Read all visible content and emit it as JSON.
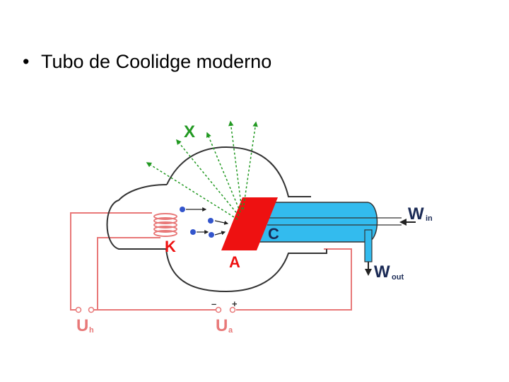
{
  "slide": {
    "bullet": "•",
    "title": "Tubo de Coolidge moderno"
  },
  "diagram": {
    "labels": {
      "x_rays": "X",
      "cathode": "K",
      "anode": "A",
      "cooler": "C",
      "water_in": "W",
      "water_in_sub": "in",
      "water_out": "W",
      "water_out_sub": "out",
      "heater_voltage": "U",
      "heater_voltage_sub": "h",
      "anode_voltage": "U",
      "anode_voltage_sub": "a",
      "minus": "–",
      "plus": "+"
    },
    "colors": {
      "circuit": "#e87878",
      "anode": "#ee1111",
      "cooling": "#33bbee",
      "xray": "#229922",
      "electron": "#3355cc",
      "tube": "#333333"
    }
  }
}
